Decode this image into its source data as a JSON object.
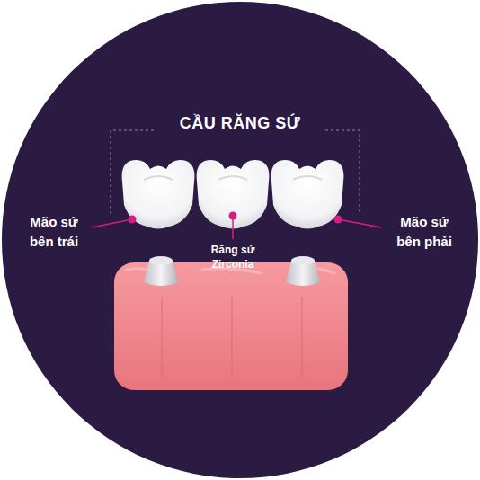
{
  "diagram": {
    "title": "CẦU RĂNG SỨ",
    "labels": [
      "Mão sứ bên trái",
      "Răng sứ Zirconia",
      "Mão sứ bên phải"
    ]
  }
}
